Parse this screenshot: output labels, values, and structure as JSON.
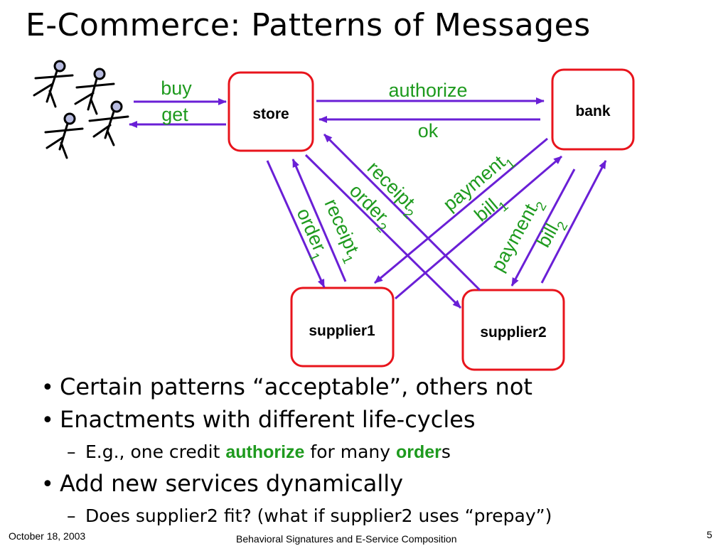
{
  "slide": {
    "title": "E-Commerce: Patterns of Messages"
  },
  "diagram": {
    "actors_icon": "stick-figure-icon",
    "colors": {
      "box_border": "#e8141c",
      "arrow": "#6a1fd6",
      "label": "#1e9a1e"
    },
    "nodes": {
      "store": "store",
      "bank": "bank",
      "supplier1": "supplier1",
      "supplier2": "supplier2"
    },
    "messages": {
      "buy": "buy",
      "get": "get",
      "authorize": "authorize",
      "ok": "ok",
      "order": "order",
      "receipt": "receipt",
      "payment": "payment",
      "bill": "bill",
      "sub1": "1",
      "sub2": "2"
    }
  },
  "bullets": {
    "b1": "Certain patterns “acceptable”, others not",
    "b2": "Enactments with different life-cycles",
    "b2_sub": {
      "prefix": "E.g., one credit ",
      "kw1": "authorize",
      "mid": " for many ",
      "kw2": "order",
      "suffix": "s"
    },
    "b3": "Add new services dynamically",
    "b3_sub": "Does supplier2 fit?  (what if supplier2 uses “prepay”)"
  },
  "footer": {
    "date": "October 18, 2003",
    "center": "Behavioral Signatures and E-Service Composition",
    "page": "5"
  }
}
